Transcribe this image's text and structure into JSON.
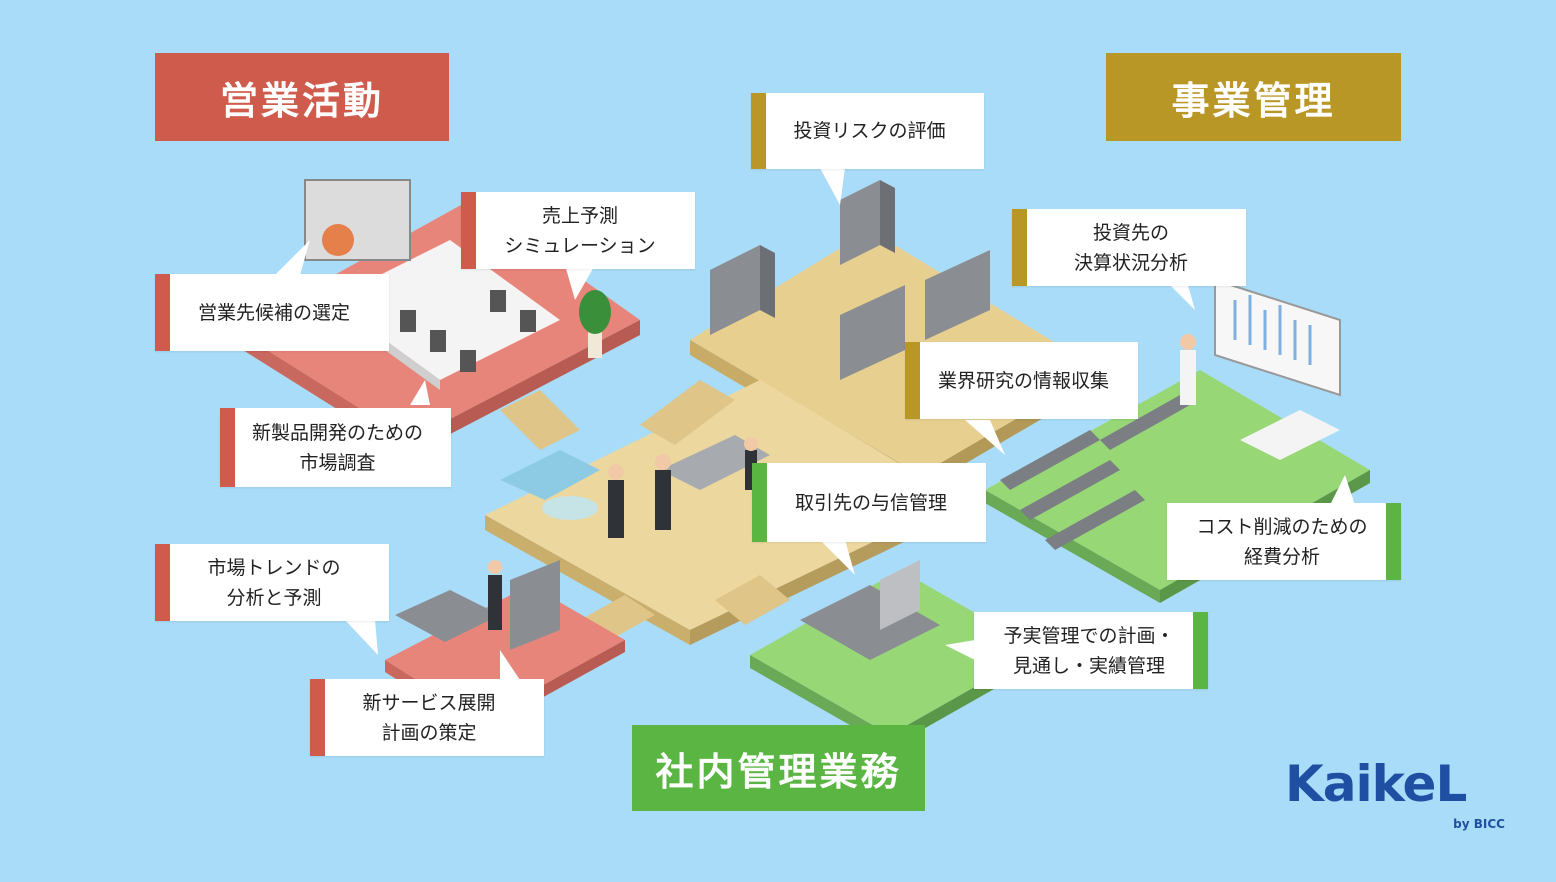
{
  "categories": {
    "sales": "営業活動",
    "business": "事業管理",
    "internal": "社内管理業務"
  },
  "callouts": {
    "select_targets": "営業先候補の選定",
    "sales_forecast": "売上予測\nシミュレーション",
    "new_product": "新製品開発のための\n市場調査",
    "market_trend": "市場トレンドの\n分析と予測",
    "new_service": "新サービス展開\n計画の策定",
    "investment_risk": "投資リスクの評価",
    "investee_analysis": "投資先の\n決算状況分析",
    "industry_research": "業界研究の情報収集",
    "credit_mgmt": "取引先の与信管理",
    "cost_reduction": "コスト削減のための\n経費分析",
    "budget_mgmt": "予実管理での計画・\n見通し・実績管理"
  },
  "logo": {
    "word": "KaikeL",
    "by": "by BICC"
  },
  "colors": {
    "background": "#a9dcf8",
    "sales": "#cf5b4c",
    "business": "#b99726",
    "internal": "#5ab543"
  }
}
